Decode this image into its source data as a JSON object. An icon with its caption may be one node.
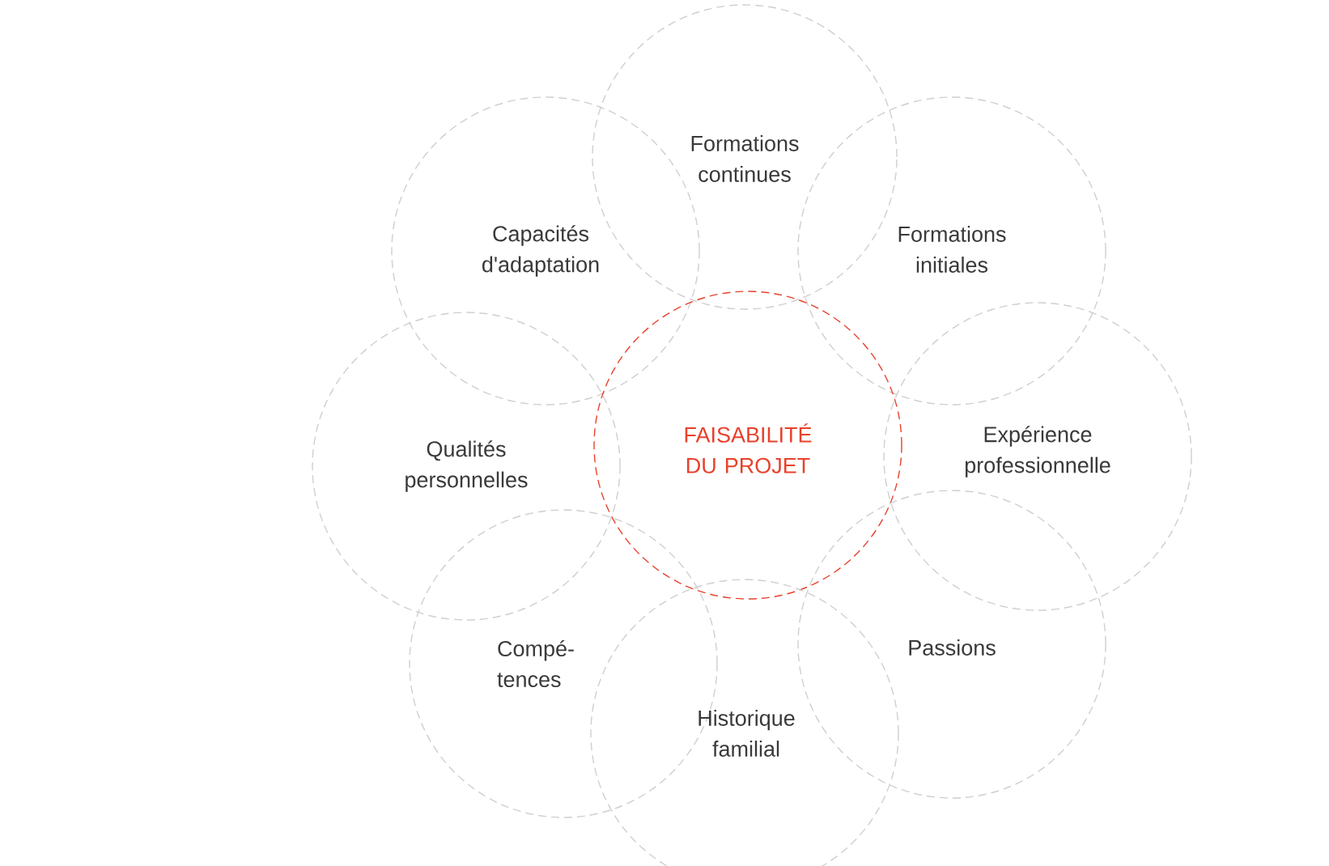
{
  "diagram": {
    "nodes": [
      {
        "text": [
          "Formations continues"
        ]
      },
      {
        "text": [
          "Capacités d'adaptation"
        ]
      },
      {
        "text": [
          "Formations initiales"
        ]
      },
      {
        "text": [
          "FAISABILITÉ DU PROJET"
        ]
      },
      {
        "text": [
          "Qualités personnelles"
        ]
      },
      {
        "text": [
          "Expérience professionnelle"
        ]
      },
      {
        "text": [
          "Compé- tences"
        ]
      },
      {
        "text": [
          "Passions"
        ]
      },
      {
        "text": [
          "Historique familial"
        ]
      }
    ]
  }
}
